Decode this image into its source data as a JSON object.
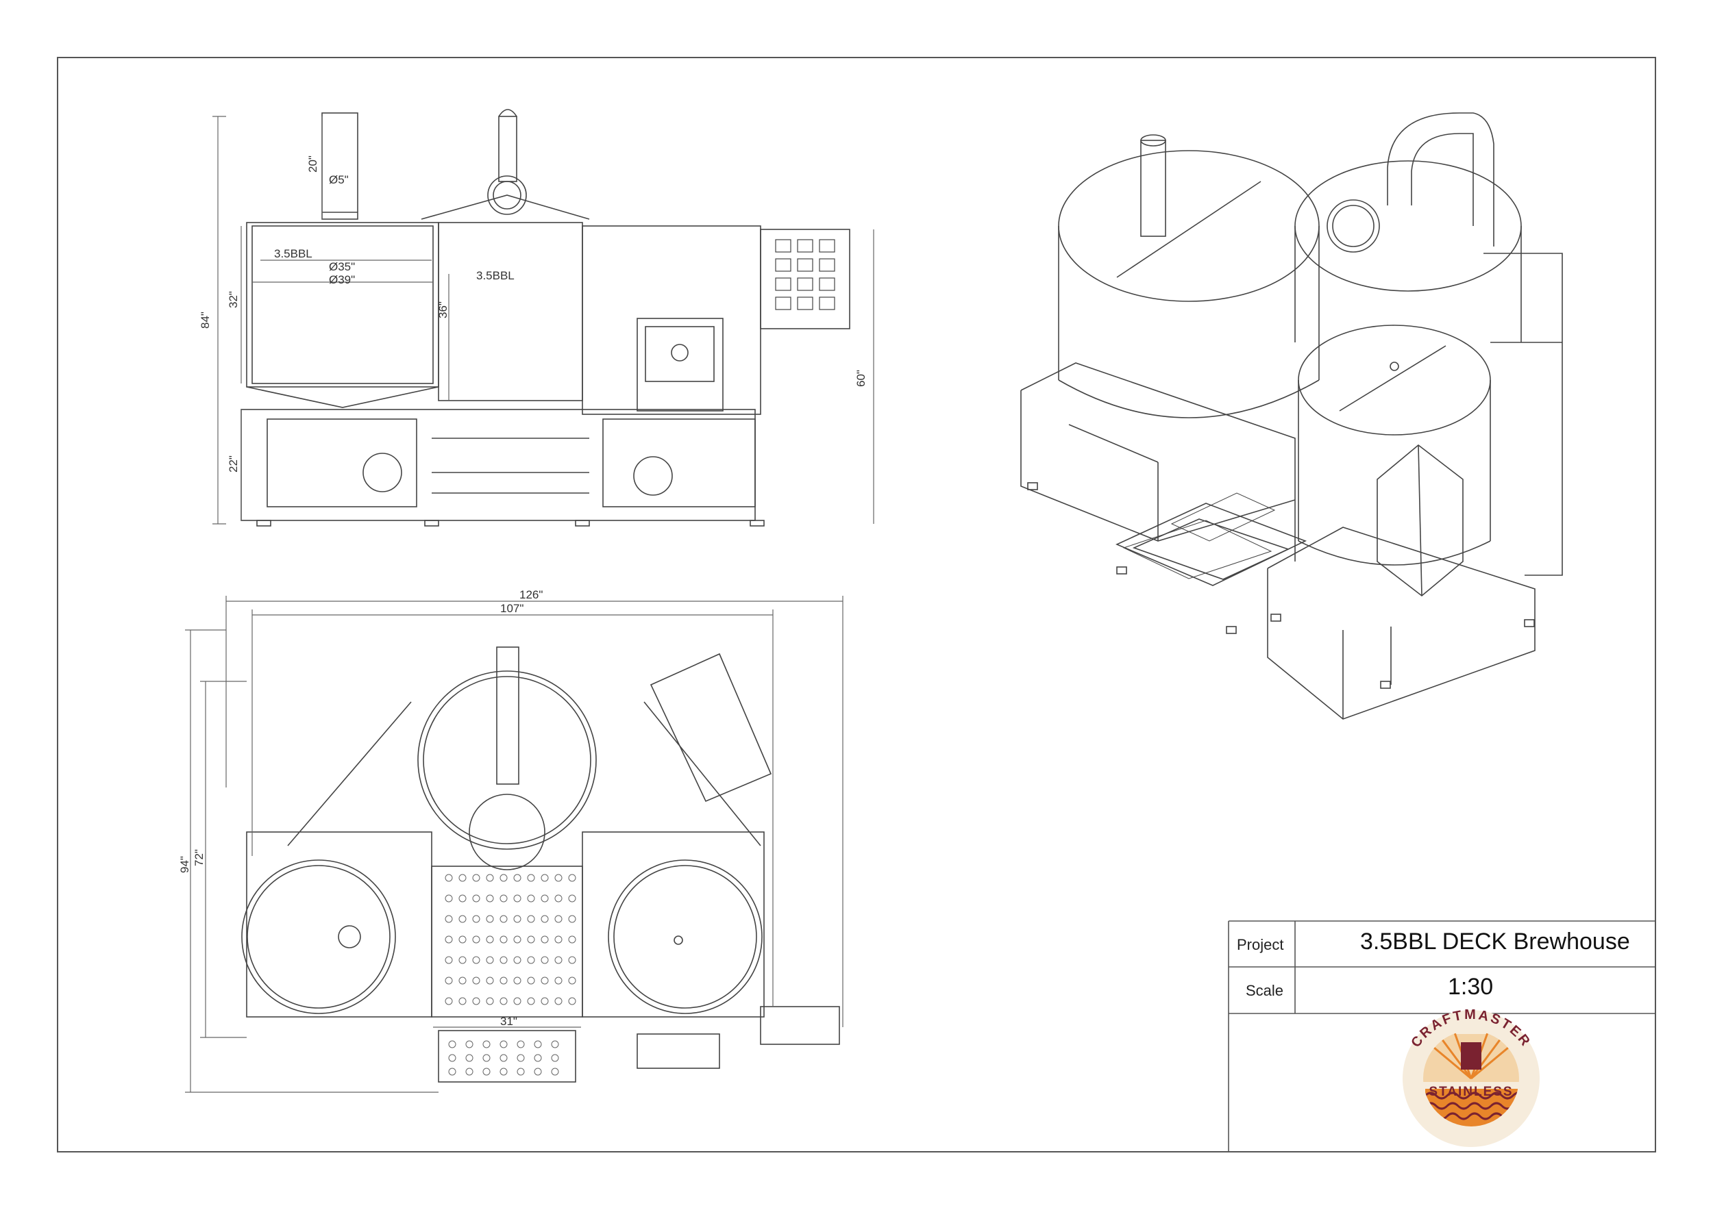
{
  "dimensions": {
    "chimney_height": "20\"",
    "chimney_dia": "Ø5\"",
    "level_left": "3.5BBL",
    "level_mid": "3.5BBL",
    "dia_inner": "Ø35\"",
    "dia_outer": "Ø39\"",
    "tank_height": "32\"",
    "mid_height": "36\"",
    "overall_height": "84\"",
    "frame_height": "22\"",
    "right_height": "60\"",
    "overall_width": "126\"",
    "inner_width": "107\"",
    "overall_depth": "94\"",
    "inner_depth": "72\"",
    "deck_width": "31\""
  },
  "title_block": {
    "project_label": "Project",
    "project_value": "3.5BBL DECK Brewhouse",
    "scale_label": "Scale",
    "scale_value": "1:30"
  },
  "logo": {
    "top_text": "CRAFTMASTER",
    "bottom_text": "STAINLESS",
    "colors": {
      "maroon": "#7a2230",
      "orange": "#e8852a",
      "cream": "#f6ecdc"
    }
  }
}
